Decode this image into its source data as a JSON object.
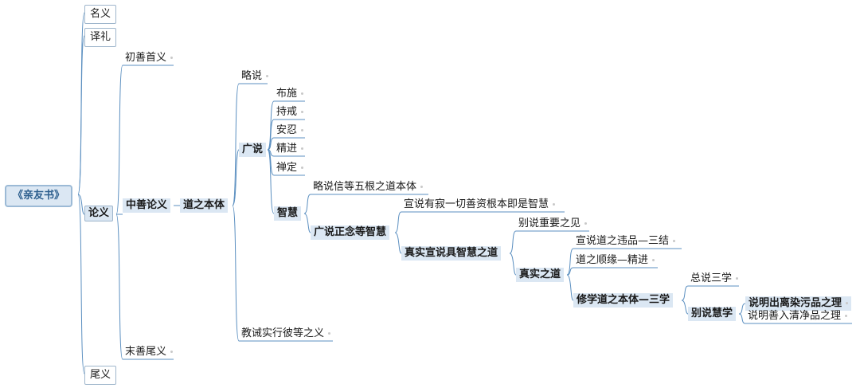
{
  "root": "《亲友书》",
  "level1": {
    "mingyi": "名义",
    "yili": "译礼",
    "lunyi": "论义",
    "weiyi": "尾义"
  },
  "lunyi": {
    "chushan": "初善首义",
    "zhongshan": "中善论义",
    "moshan": "末善尾义"
  },
  "zhongshan": {
    "daozhi": "道之本体"
  },
  "daozhi": {
    "lueshuo": "略说",
    "guangshuo": "广说",
    "jiaojie": "教诫实行彼等之义"
  },
  "guangshuo": {
    "items": [
      "布施",
      "持戒",
      "安忍",
      "精进",
      "禅定"
    ],
    "zhihui": "智慧"
  },
  "zhihui": {
    "lueshuo_xin": "略说信等五根之道本体",
    "guangshuo_nian": "广说正念等智慧"
  },
  "nian": {
    "xuanshuo": "宣说有寂一切善资根本即是智慧",
    "zhenshi": "真实宣说具智慧之道"
  },
  "zhenshi_xuan": {
    "bieshuo": "别说重要之见",
    "zhenshidao": "真实之道"
  },
  "zhenshidao": {
    "weipin": "宣说道之违品—三结",
    "shunyuan": "道之顺缘—精进",
    "xiuxue": "修学道之本体—三学"
  },
  "xiuxue": {
    "zongshuo": "总说三学",
    "bieshuo_hui": "别说慧学"
  },
  "bieshuo_hui": {
    "churan": "说明出离染污品之理",
    "ruqing": "说明善入清净品之理"
  }
}
